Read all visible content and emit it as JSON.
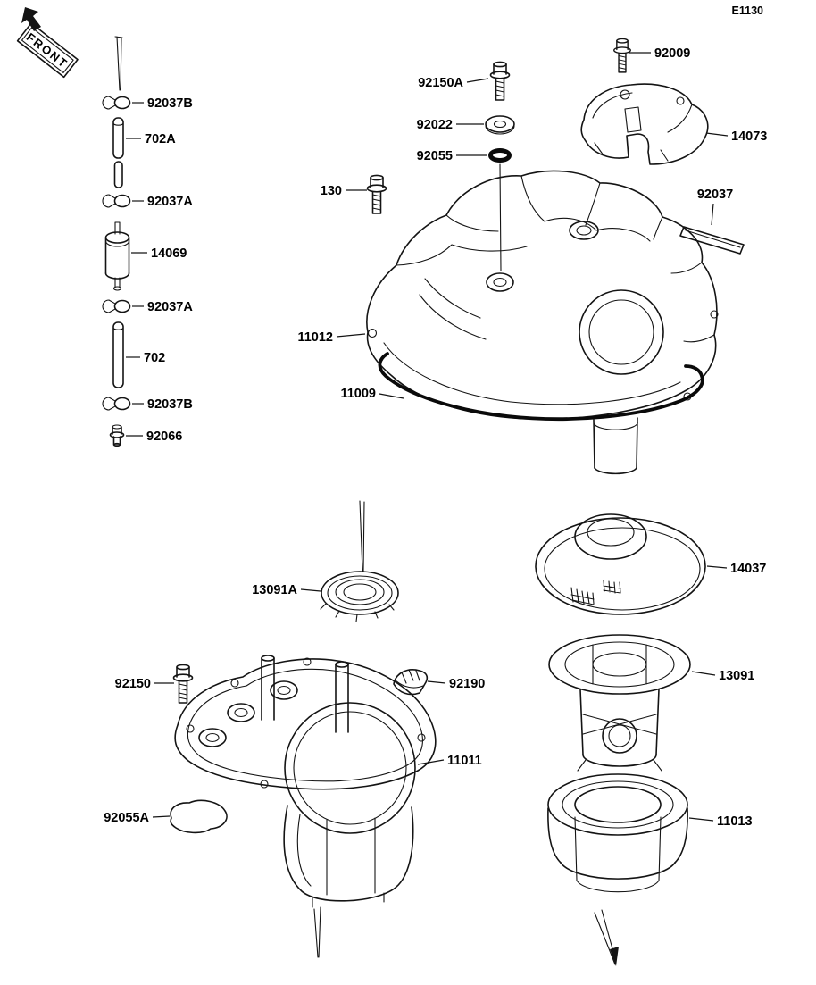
{
  "diagram": {
    "code": "E1130",
    "front": "FRONT"
  },
  "labels": {
    "92037B": "92037B",
    "702A": "702A",
    "92037A": "92037A",
    "14069": "14069",
    "702": "702",
    "92066": "92066",
    "92150A": "92150A",
    "92022": "92022",
    "92055": "92055",
    "130": "130",
    "92009": "92009",
    "14073": "14073",
    "92037": "92037",
    "11012": "11012",
    "11009": "11009",
    "13091A": "13091A",
    "14037": "14037",
    "13091": "13091",
    "11013": "11013",
    "11011": "11011",
    "92150": "92150",
    "92190": "92190",
    "92055A": "92055A"
  }
}
